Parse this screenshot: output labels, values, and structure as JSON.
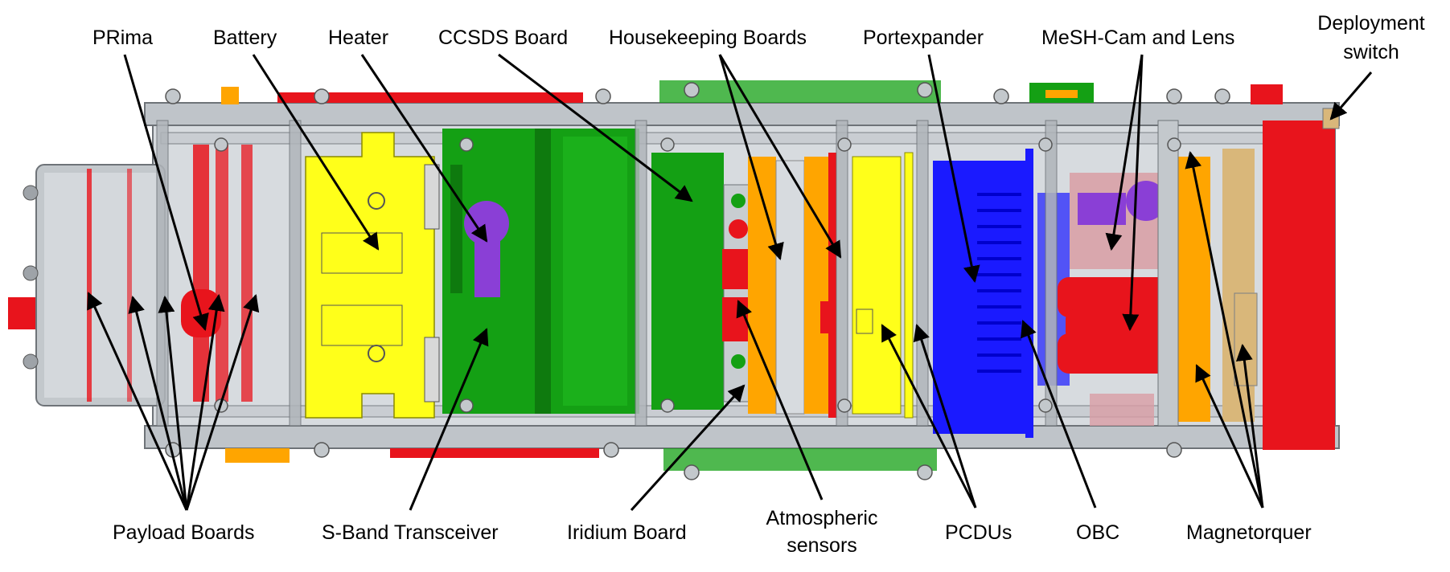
{
  "labels": {
    "prima": "PRima",
    "battery": "Battery",
    "heater": "Heater",
    "ccsds": "CCSDS Board",
    "housekeeping": "Housekeeping Boards",
    "portexpander": "Portexpander",
    "mesh": "MeSH-Cam and Lens",
    "deploy_line1": "Deployment",
    "deploy_line2": "switch",
    "payload": "Payload Boards",
    "sband": "S-Band Transceiver",
    "iridium": "Iridium Board",
    "atmos_line1": "Atmospheric",
    "atmos_line2": "sensors",
    "pcdus": "PCDUs",
    "obc": "OBC",
    "magnetorquer": "Magnetorquer"
  },
  "colors": {
    "frame": "#9ea3a8",
    "frame_dark": "#6e7378",
    "red": "#e8141c",
    "yellow": "#ffff1a",
    "green": "#14a014",
    "orange": "#ffa500",
    "blue": "#1a1aff",
    "purple": "#8a3fd6",
    "tan": "#d9b77a"
  }
}
